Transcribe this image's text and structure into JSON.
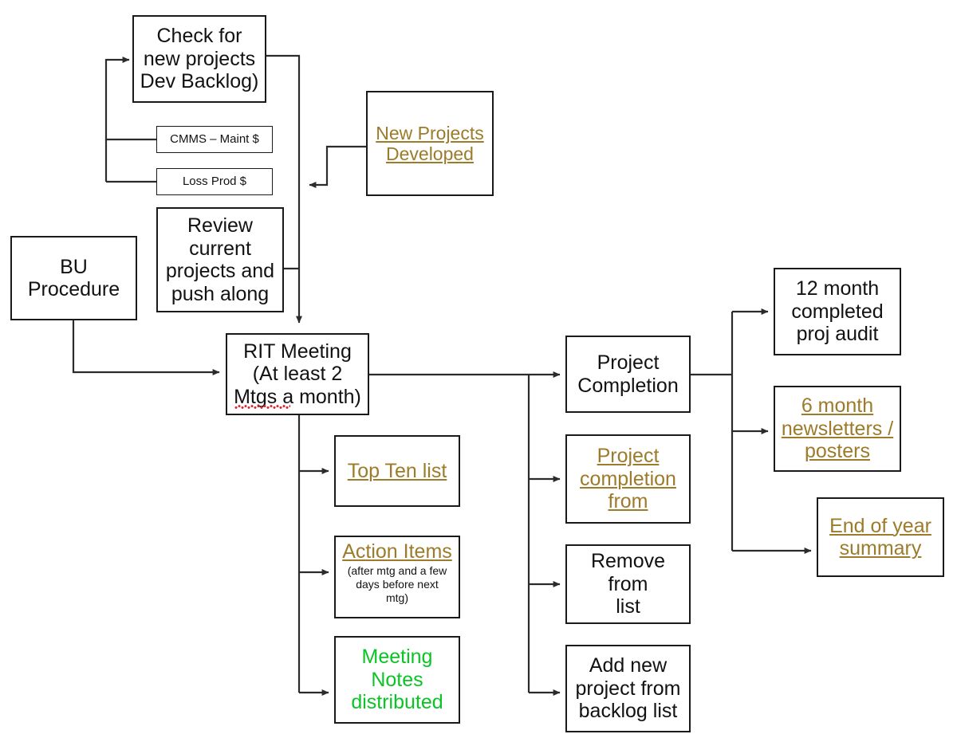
{
  "diagram": {
    "title": "RIT Meeting Process Flowchart",
    "colors": {
      "gold": "#9c7b2a",
      "green": "#0ac426",
      "black": "#121212",
      "line": "#2b2b2b",
      "spellcheck": "#e8202a",
      "background": "#ffffff"
    },
    "nodes": {
      "check_new_projects": {
        "label": "Check for\nnew projects\nDev Backlog)"
      },
      "cmms": {
        "label": "CMMS – Maint $"
      },
      "loss_prod": {
        "label": "Loss Prod $"
      },
      "new_projects_developed": {
        "label": "New Projects\nDeveloped"
      },
      "bu_procedure": {
        "label": "BU\nProcedure"
      },
      "review_current": {
        "label": "Review\ncurrent\nprojects and\npush along"
      },
      "rit_meeting": {
        "label": "RIT Meeting\n(At least 2\nMtgs a month)"
      },
      "top_ten_list": {
        "label": "Top Ten list"
      },
      "action_items": {
        "label": "Action Items",
        "sub": "(after mtg and a few\ndays before next\nmtg)"
      },
      "meeting_notes": {
        "label": "Meeting\nNotes\ndistributed"
      },
      "project_completion": {
        "label": "Project\nCompletion"
      },
      "project_completion_from": {
        "label": "Project\ncompletion\nfrom"
      },
      "remove_from_list": {
        "label": "Remove from\nlist"
      },
      "add_new_project": {
        "label": "Add new\nproject from\nbacklog list"
      },
      "twelve_month_audit": {
        "label": "12 month\ncompleted\nproj audit"
      },
      "six_month_newsletters": {
        "label": "6 month\nnewsletters /\nposters"
      },
      "end_of_year_summary": {
        "label": "End of year\nsummary"
      }
    }
  }
}
